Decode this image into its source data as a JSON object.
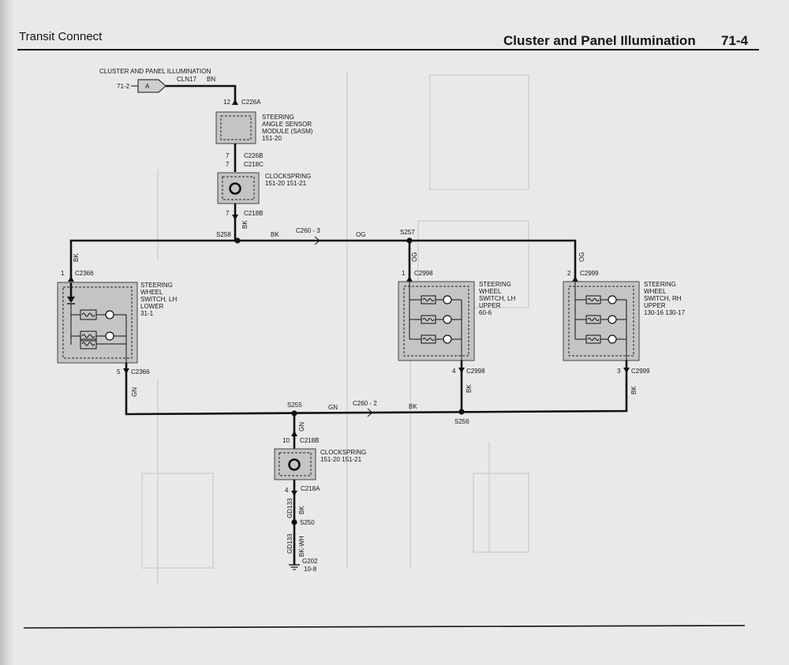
{
  "header": {
    "left_title": "Transit Connect",
    "right_title": "Cluster and Panel Illumination",
    "page_number": "71-4"
  },
  "source": {
    "title": "CLUSTER AND PANEL ILLUMINATION",
    "ref": "71-2",
    "connector_letter": "A",
    "circuit": "CLN17",
    "color": "BN"
  },
  "sasm": {
    "pin_top": "12",
    "conn_top": "C226A",
    "name_lines": [
      "STEERING",
      "ANGLE SENSOR",
      "MODULE (SASM)",
      "151-20"
    ],
    "pin_bottom": "7",
    "conn_bottom": "C226B"
  },
  "clockspring_upper": {
    "pin_top": "7",
    "conn_top": "C218C",
    "name_lines": [
      "CLOCKSPRING",
      "151-20   151-21"
    ],
    "pin_bottom": "7",
    "conn_bottom": "C218B",
    "wire_color": "BK"
  },
  "top_bus": {
    "splice_left": "S258",
    "color_left": "BK",
    "connector": "C260 - 3",
    "color_right": "OG",
    "splice_right": "S257"
  },
  "lh_lower": {
    "wire_color_in": "BK",
    "pin_in": "1",
    "conn_in": "C2366",
    "name_lines": [
      "STEERING",
      "WHEEL",
      "SWITCH, LH",
      "LOWER",
      "31-1"
    ],
    "pin_out": "5",
    "conn_out": "C2366",
    "wire_color_out": "GN"
  },
  "lh_upper": {
    "wire_color_in": "OG",
    "pin_in": "1",
    "conn_in": "C2998",
    "name_lines": [
      "STEERING",
      "WHEEL",
      "SWITCH, LH",
      "UPPER",
      "60-6"
    ],
    "pin_out": "4",
    "conn_out": "C2998",
    "wire_color_out": "BK"
  },
  "rh_upper": {
    "wire_color_in": "OG",
    "pin_in": "2",
    "conn_in": "C2999",
    "name_lines": [
      "STEERING",
      "WHEEL",
      "SWITCH, RH",
      "UPPER",
      "130-16   130-17"
    ],
    "pin_out": "3",
    "conn_out": "C2999",
    "wire_color_out": "BK"
  },
  "bottom_bus": {
    "splice_left": "S255",
    "color_left": "GN",
    "connector": "C260 - 2",
    "color_right": "BK",
    "splice_right": "S256"
  },
  "clockspring_lower": {
    "wire_color_top": "GN",
    "pin_top": "10",
    "conn_top": "C218B",
    "name_lines": [
      "CLOCKSPRING",
      "151-20   151-21"
    ],
    "pin_bottom": "4",
    "conn_bottom": "C218A",
    "circuit_1": "GD133",
    "color_1": "BK",
    "splice": "S250",
    "circuit_2": "GD133",
    "color_2": "BK-WH",
    "ground": "G202",
    "ground_ref": "10-8"
  }
}
